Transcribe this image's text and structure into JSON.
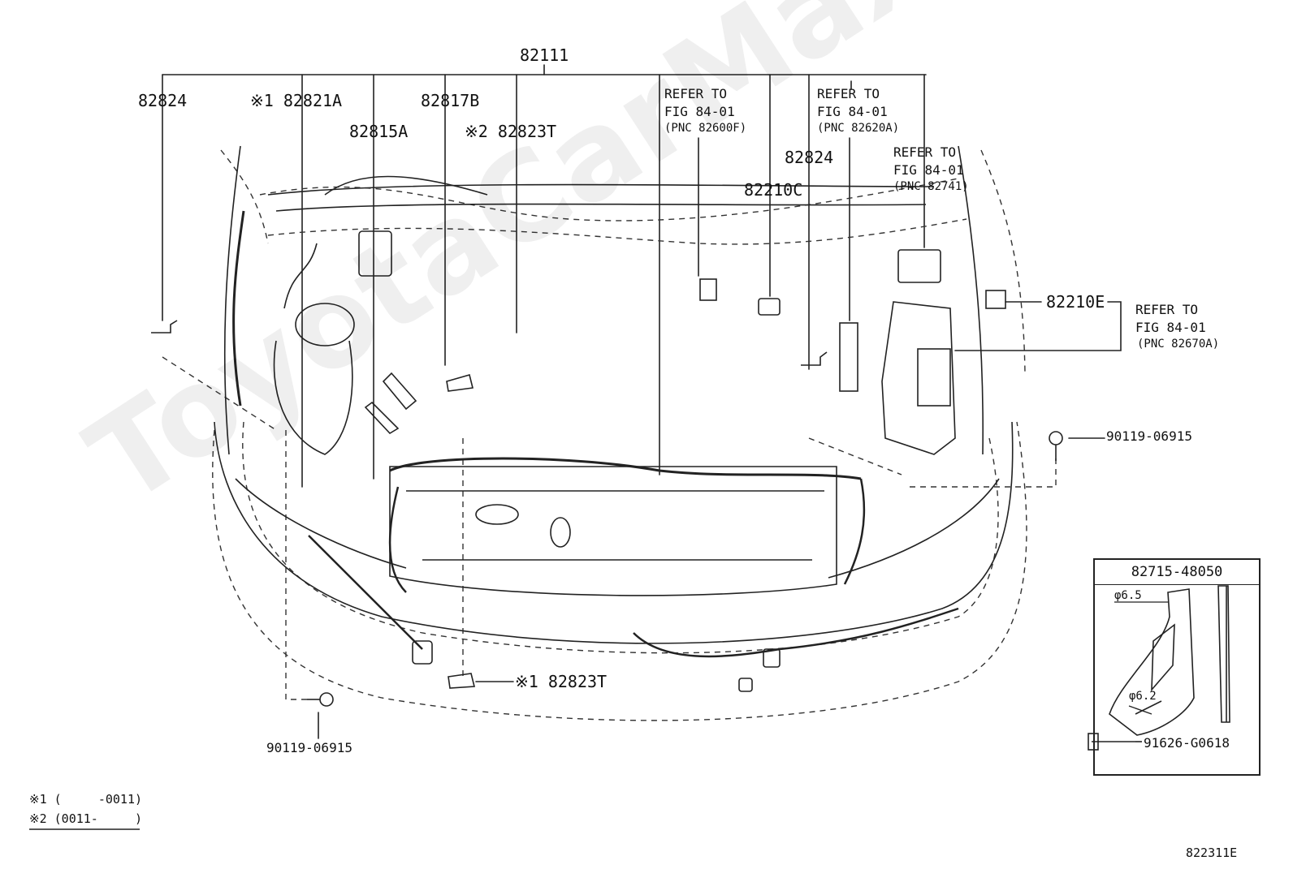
{
  "watermark": "ToyotaCarMax.ru",
  "labels": {
    "main_harness": "82111",
    "p82824_left": "82824",
    "p82821A": "※1 82821A",
    "p82817B": "82817B",
    "p82815A": "82815A",
    "p82823T_top": "※2 82823T",
    "refer_82600F": [
      "REFER TO",
      "FIG 84-01",
      "(PNC 82600F)"
    ],
    "refer_82620A": [
      "REFER TO",
      "FIG 84-01",
      "(PNC 82620A)"
    ],
    "p82824_right": "82824",
    "refer_82741": [
      "REFER TO",
      "FIG 84-01",
      "(PNC 82741)"
    ],
    "p82210C": "82210C",
    "p82210E": "82210E",
    "refer_82670A": [
      "REFER TO",
      "FIG 84-01",
      "(PNC 82670A)"
    ],
    "bolt_right": "90119-06915",
    "p82823T_bottom": "※1 82823T",
    "bolt_bottom": "90119-06915",
    "inset_title": "82715-48050",
    "inset_d65": "φ6.5",
    "inset_d62": "φ6.2",
    "inset_bolt": "91626-G0618",
    "footnote1": "※1 (     -0011)",
    "footnote2": "※2 (0011-     )",
    "figure_id": "822311E"
  }
}
